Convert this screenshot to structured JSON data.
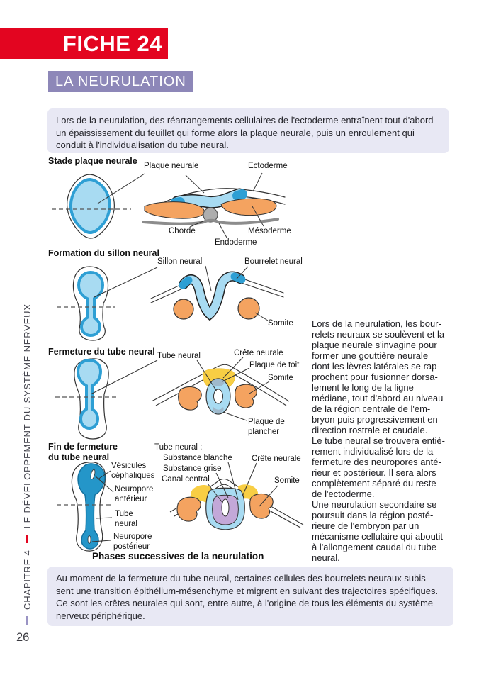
{
  "colors": {
    "banner_red": "#e30520",
    "banner_purple": "#8d87b8",
    "box_lavender": "#e8e8f4",
    "neural_blue_light": "#a8dbf2",
    "neural_blue_dark": "#2e9fd4",
    "tube_blue_solid": "#2496c9",
    "somite_orange": "#f4a360",
    "crete_yellow": "#f8ce44",
    "grise_purple": "#c3a8d8",
    "chorde_grey": "#aeaeae"
  },
  "header": {
    "fiche": "FICHE 24",
    "title": "LA NEURULATION"
  },
  "intro_box": "Lors de la neurulation, des réarrangements cellulaires de l'ectoderme entraînent tout d'abord\nun épaississement du feuillet qui forme alors la plaque neurale, puis un enroulement qui\nconduit à l'individualisation du tube neural.",
  "figure": {
    "stage1": {
      "title": "Stade plaque neurale",
      "labels": {
        "plaque_neurale": "Plaque neurale",
        "ectoderme": "Ectoderme",
        "chorde": "Chorde",
        "endoderme": "Endoderme",
        "mesoderme": "Mésoderme"
      }
    },
    "stage2": {
      "title": "Formation du sillon neural",
      "labels": {
        "sillon_neural": "Sillon neural",
        "bourrelet_neural": "Bourrelet neural",
        "somite": "Somite"
      }
    },
    "stage3": {
      "title": "Fermeture du tube neural",
      "labels": {
        "tube_neural": "Tube neural",
        "crete_neurale": "Crête neurale",
        "plaque_de_toit": "Plaque de toit",
        "somite": "Somite",
        "plaque_de_plancher": "Plaque de\nplancher"
      }
    },
    "stage4": {
      "title": "Fin de fermeture\ndu tube neural",
      "labels": {
        "vesicules_cephaliques": "Vésicules\ncéphaliques",
        "neuropore_anterieur": "Neuropore\nantérieur",
        "tube_neural": "Tube\nneural",
        "neuropore_posterieur": "Neuropore\npostérieur",
        "tube_neural_header": "Tube neural :",
        "substance_blanche": "Substance blanche",
        "substance_grise": "Substance grise",
        "canal_central": "Canal central",
        "crete_neurale": "Crête neurale",
        "somite": "Somite"
      }
    },
    "caption": "Phases successives de la neurulation"
  },
  "side_text": "Lors de la neurulation, les bour-\nrelets neuraux se soulèvent et la\nplaque neurale s'invagine pour\nformer une gouttière neurale\ndont les lèvres latérales se rap-\nprochent pour fusionner dorsa-\nlement le long de la ligne\nmédiane, tout d'abord au niveau\nde la région centrale de l'em-\nbryon puis progressivement en\ndirection rostrale et caudale.\nLe tube neural se trouvera entiè-\nrement individualisé lors de la\nfermeture des neuropores anté-\nrieur et postérieur. Il sera alors\ncomplètement séparé du reste\nde l'ectoderme.\nUne neurulation secondaire se\npoursuit dans la région posté-\nrieure de l'embryon par un\nmécanisme cellulaire qui aboutit\nà l'allongement caudal du tube\nneural.",
  "bottom_box": "Au moment de la fermeture du tube neural, certaines cellules des bourrelets neuraux subis-\nsent une transition épithélium-mésenchyme et migrent en suivant des trajectoires spécifiques.\nCe sont les crêtes neurales qui sont, entre autre, à l'origine de tous les éléments du système\nnerveux périphérique.",
  "sidebar": {
    "chapter": "CHAPITRE 4",
    "book_title": "LE DÉVELOPPEMENT DU SYSTÈME NERVEUX"
  },
  "page_number": "26"
}
